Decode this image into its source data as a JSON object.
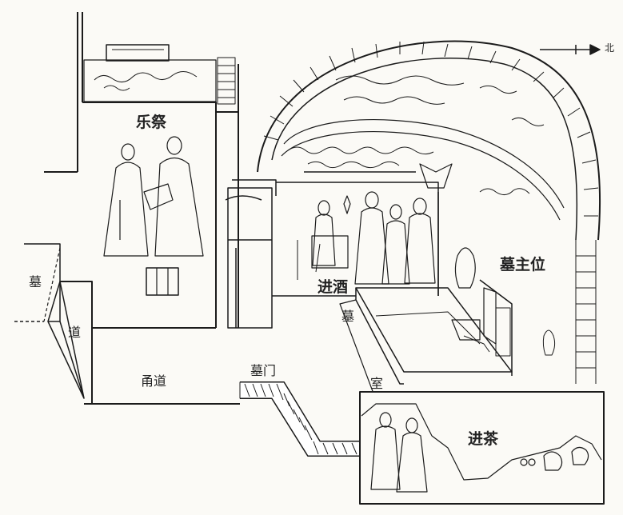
{
  "compass": {
    "north": "北"
  },
  "labels": {
    "yueji": "乐祭",
    "jinjiu": "进酒",
    "muzhuwei": "墓主位",
    "jincha": "进茶",
    "mu_left": "墓",
    "dao_left": "道",
    "yongdao": "甬道",
    "mumen": "墓门",
    "mu_right": "墓",
    "shi": "室"
  }
}
